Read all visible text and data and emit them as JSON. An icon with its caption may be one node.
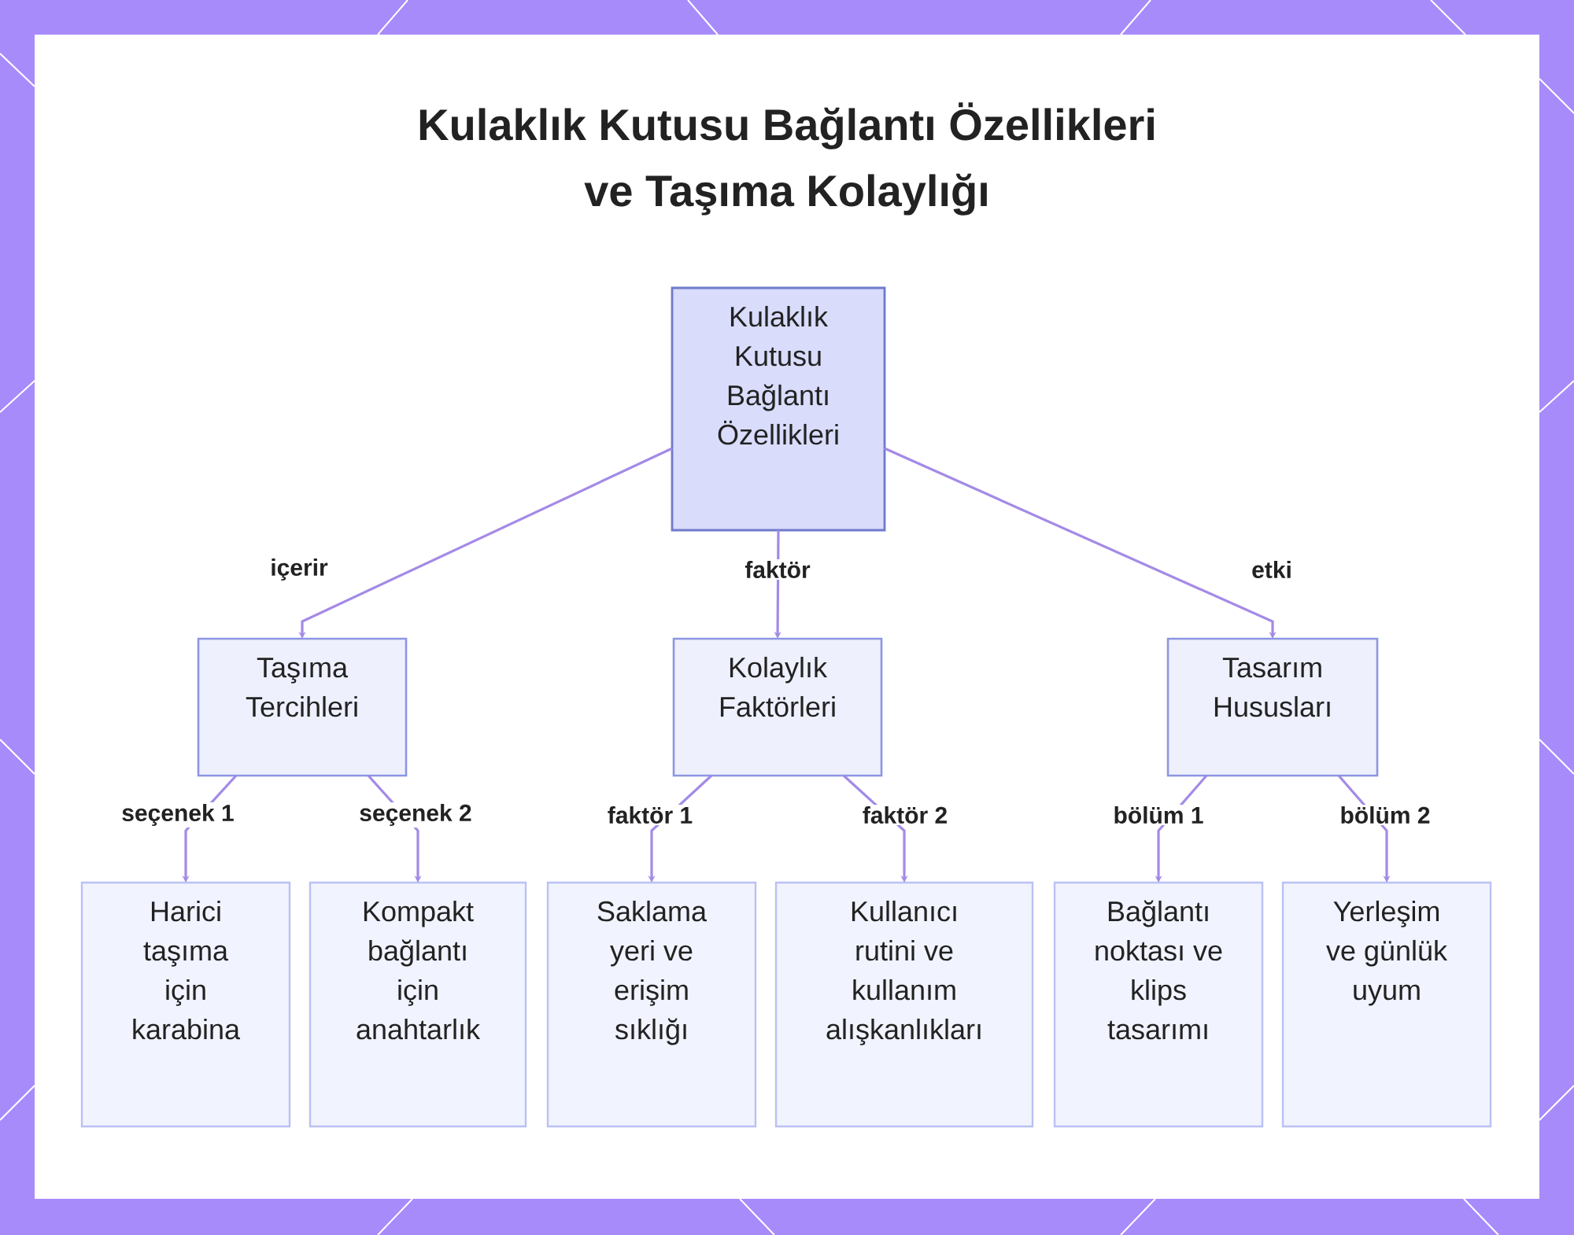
{
  "diagram": {
    "title": "Kulaklık Kutusu Bağlantı Özellikleri ve Taşıma Kolaylığı",
    "nodes": [
      {
        "text": [
          "Kulaklık Kutusu Bağlantı Özellikleri"
        ]
      },
      {
        "text": [
          "Taşıma Tercihleri"
        ]
      },
      {
        "text": [
          "Kolaylık Faktörleri"
        ]
      },
      {
        "text": [
          "Tasarım Hususları"
        ]
      },
      {
        "text": [
          "Harici taşıma için karabina"
        ]
      },
      {
        "text": [
          "Kompakt bağlantı için anahtarlık"
        ]
      },
      {
        "text": [
          "Saklama yeri ve erişim sıklığı"
        ]
      },
      {
        "text": [
          "Kullanıcı rutini ve kullanım alışkanlıkları"
        ]
      },
      {
        "text": [
          "Bağlantı noktası ve klips tasarımı"
        ]
      },
      {
        "text": [
          "Yerleşim ve günlük uyum"
        ]
      }
    ],
    "edges": [
      {
        "from": 0,
        "to": 1,
        "arrow": "to",
        "label": "içerir"
      },
      {
        "from": 0,
        "to": 2,
        "arrow": "to",
        "label": "faktör"
      },
      {
        "from": 0,
        "to": 3,
        "arrow": "to",
        "label": "etki"
      },
      {
        "from": 1,
        "to": 4,
        "arrow": "to",
        "label": "seçenek 1"
      },
      {
        "from": 1,
        "to": 5,
        "arrow": "to",
        "label": "seçenek 2"
      },
      {
        "from": 2,
        "to": 6,
        "arrow": "to",
        "label": "faktör 1"
      },
      {
        "from": 2,
        "to": 7,
        "arrow": "to",
        "label": "faktör 2"
      },
      {
        "from": 3,
        "to": 8,
        "arrow": "to",
        "label": "bölüm 1"
      },
      {
        "from": 3,
        "to": 9,
        "arrow": "to",
        "label": "bölüm 2"
      }
    ]
  }
}
